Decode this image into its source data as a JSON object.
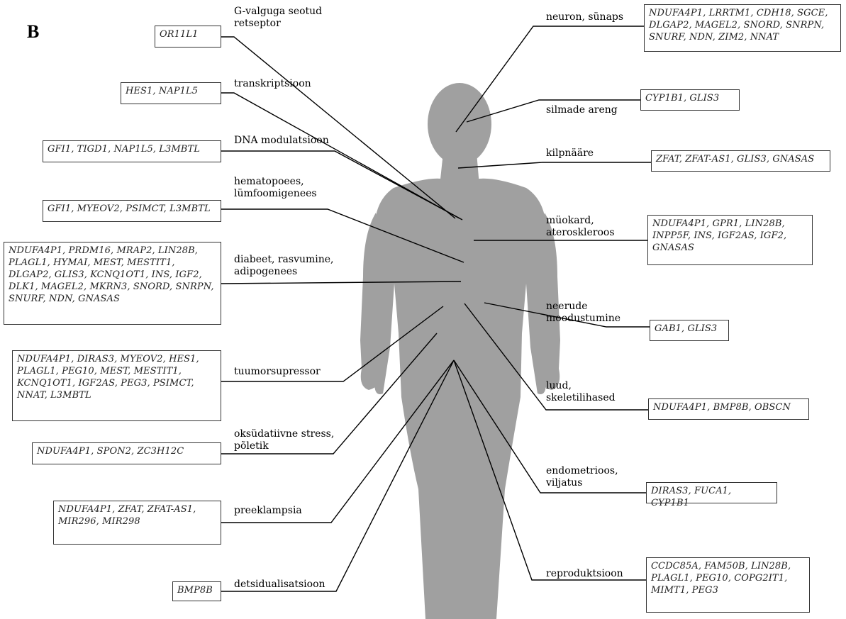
{
  "panel_letter": "B",
  "colors": {
    "figure": "#a0a0a0",
    "line": "#000000",
    "box_border": "#333333"
  },
  "left": [
    {
      "label": "G-valguga seotud\nretseptor",
      "genes": "OR11L1"
    },
    {
      "label": "transkriptsioon",
      "genes": "HES1, NAP1L5"
    },
    {
      "label": "DNA modulatsioon",
      "genes": "GFI1, TIGD1, NAP1L5, L3MBTL"
    },
    {
      "label": "hematopoees,\nlümfoomigenees",
      "genes": "GFI1, MYEOV2, PSIMCT, L3MBTL"
    },
    {
      "label": "diabeet, rasvumine,\nadipogenees",
      "genes": "NDUFA4P1, PRDM16, MRAP2, LIN28B, PLAGL1, HYMAI, MEST, MESTIT1, DLGAP2, GLIS3, KCNQ1OT1, INS, IGF2, DLK1, MAGEL2, MKRN3, SNORD, SNRPN, SNURF, NDN, GNASAS"
    },
    {
      "label": "tuumorsupressor",
      "genes": "NDUFA4P1, DIRAS3, MYEOV2, HES1, PLAGL1, PEG10, MEST, MESTIT1, KCNQ1OT1, IGF2AS, PEG3, PSIMCT, NNAT, L3MBTL"
    },
    {
      "label": "oksüdatiivne stress,\npõletik",
      "genes": "NDUFA4P1, SPON2, ZC3H12C"
    },
    {
      "label": "preeklampsia",
      "genes": "NDUFA4P1, ZFAT, ZFAT-AS1, MIR296, MIR298"
    },
    {
      "label": "detsidualisatsioon",
      "genes": "BMP8B"
    }
  ],
  "right": [
    {
      "label": "neuron, sünaps",
      "genes": "NDUFA4P1, LRRTM1, CDH18, SGCE, DLGAP2, MAGEL2, SNORD, SNRPN, SNURF, NDN, ZIM2, NNAT"
    },
    {
      "label": "silmade areng",
      "genes": "CYP1B1, GLIS3"
    },
    {
      "label": "kilpnääre",
      "genes": "ZFAT, ZFAT-AS1, GLIS3, GNASAS"
    },
    {
      "label": "müokard,\nateroskleroos",
      "genes": "NDUFA4P1, GPR1, LIN28B, INPP5F, INS, IGF2AS, IGF2, GNASAS"
    },
    {
      "label": "neerude\nmoodustumine",
      "genes": "GAB1, GLIS3"
    },
    {
      "label": "luud,\nskeletilihased",
      "genes": "NDUFA4P1, BMP8B, OBSCN"
    },
    {
      "label": "endometrioos,\nviljatus",
      "genes": "DIRAS3, FUCA1, CYP1B1"
    },
    {
      "label": "reproduktsioon",
      "genes": "CCDC85A, FAM50B, LIN28B, PLAGL1, PEG10, COPG2IT1, MIMT1, PEG3"
    }
  ]
}
